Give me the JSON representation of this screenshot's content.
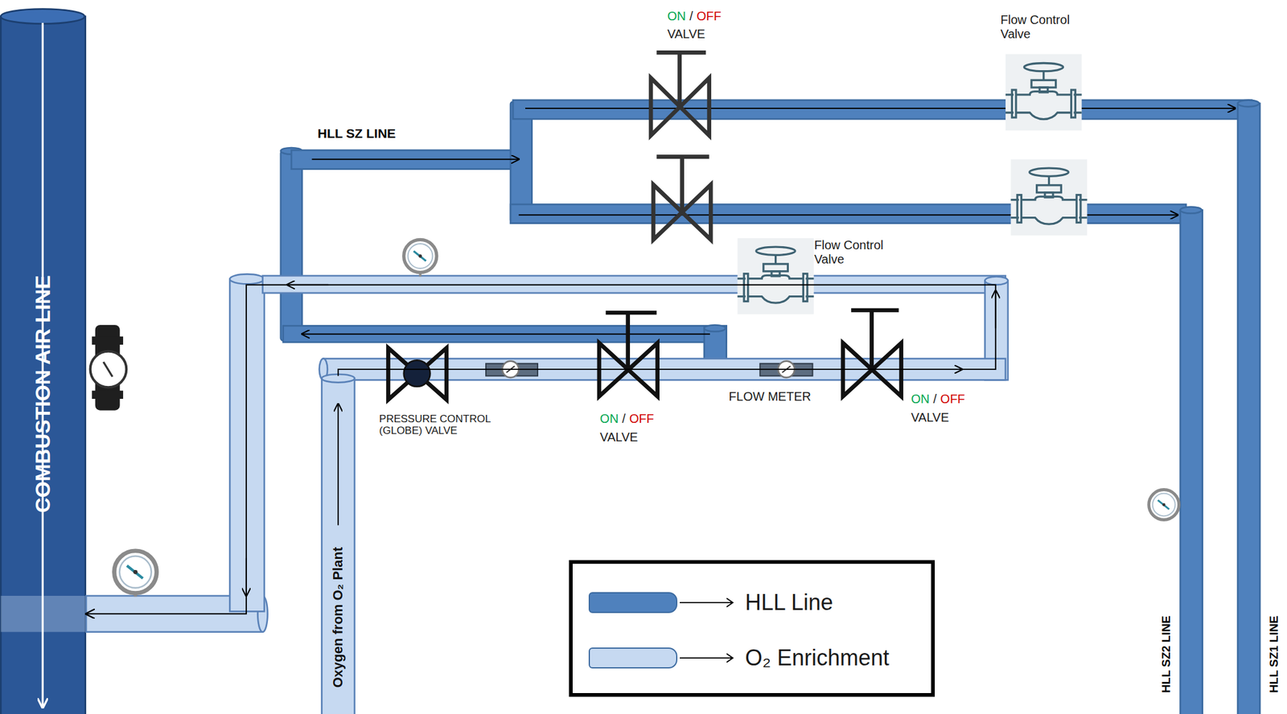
{
  "diagram": {
    "nodes": [
      {
        "text": [
          "COMBUSTION AIR LINE"
        ]
      },
      {
        "text": [
          "Oxygen from O₂ Plant"
        ]
      }
    ],
    "edges": [
      {
        "from": 1,
        "to": 0,
        "arrow": "to"
      }
    ],
    "labels": [
      "ON",
      "/",
      "OFF",
      "VALVE",
      "Flow Control Valve",
      "HLL SZ LINE",
      "Flow Control Valve",
      "PRESSURE CONTROL (GLOBE) VALVE",
      "ON",
      "/",
      "OFF",
      "VALVE",
      "FLOW METER",
      "ON",
      "/",
      "OFF",
      "VALVE",
      "HLL SZ2 LINE",
      "HLL SZ1 LINE"
    ],
    "legend": [
      {
        "text": "HLL Line",
        "color": "#4f81bd"
      },
      {
        "text": "O₂ Enrichment",
        "color": "#c6d9f1"
      }
    ]
  }
}
